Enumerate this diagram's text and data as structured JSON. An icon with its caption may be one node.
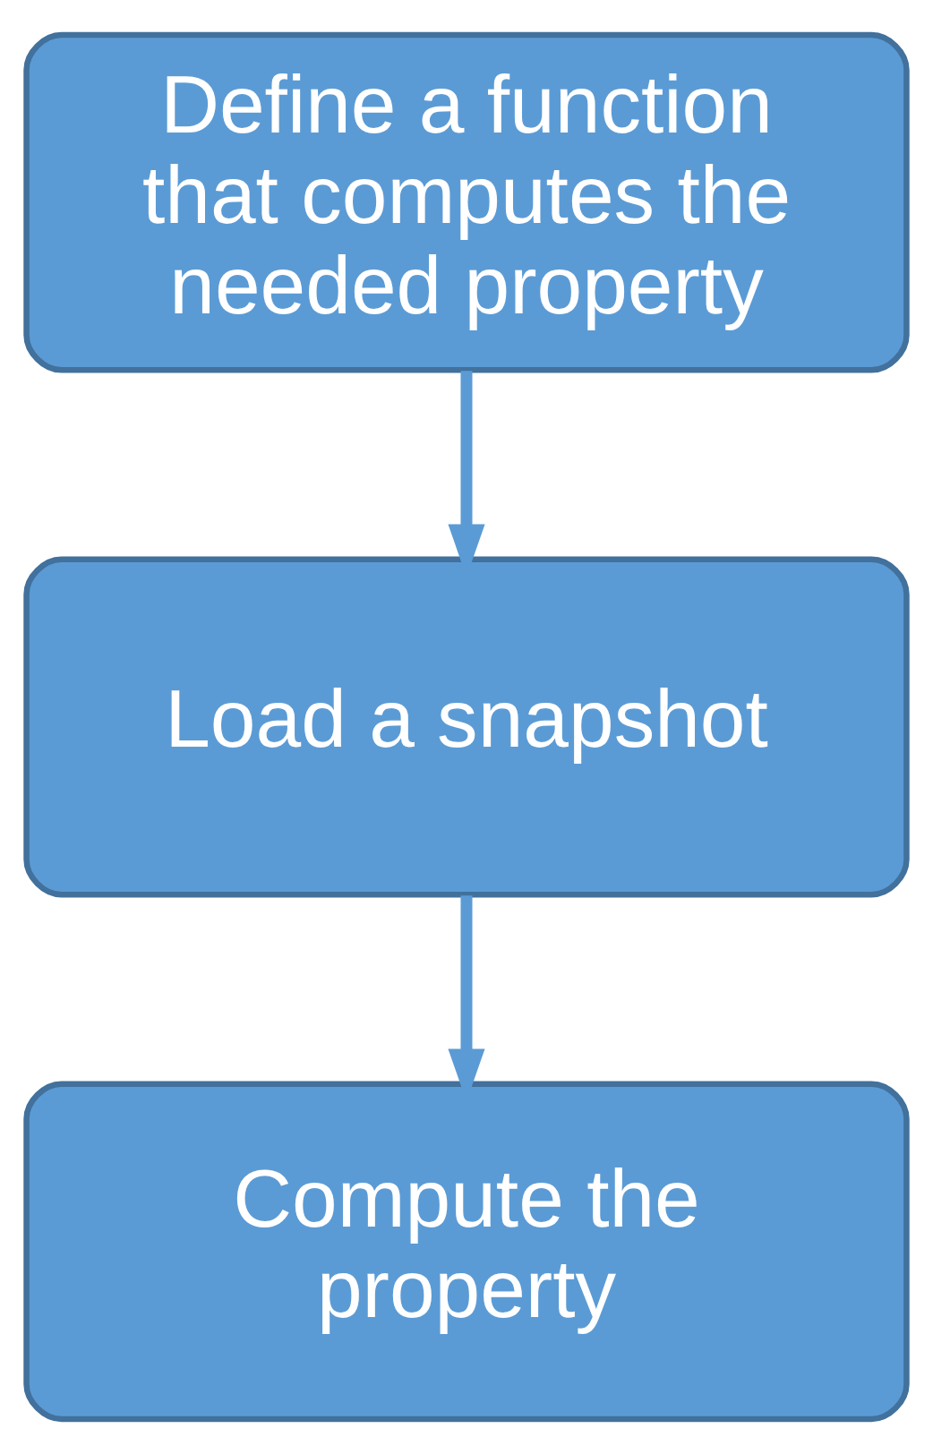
{
  "diagram": {
    "nodes": [
      {
        "text": [
          "Define a function that computes the needed property"
        ]
      },
      {
        "text": [
          "Load a snapshot"
        ]
      },
      {
        "text": [
          "Compute the property"
        ]
      }
    ],
    "edges": [
      {
        "from": 0,
        "to": 1,
        "arrow": "to"
      },
      {
        "from": 1,
        "to": 2,
        "arrow": "to"
      }
    ]
  }
}
